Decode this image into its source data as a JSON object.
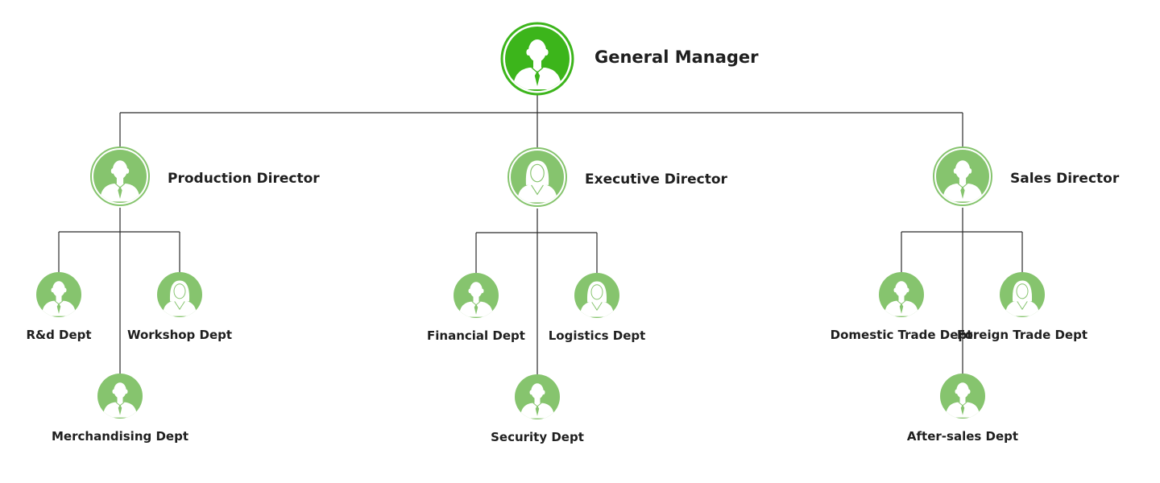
{
  "colors": {
    "root_fill": "#3cb51b",
    "node_fill": "#86c46e",
    "figure": "#ffffff",
    "line": "#2b2b2b",
    "text": "#1f1f1f"
  },
  "root": {
    "label": "General Manager",
    "figure": "male"
  },
  "directors": [
    {
      "label": "Production Director",
      "figure": "male",
      "depts": [
        {
          "label": "R&d Dept",
          "figure": "male"
        },
        {
          "label": "Workshop Dept",
          "figure": "female"
        },
        {
          "label": "Merchandising Dept",
          "figure": "male"
        }
      ]
    },
    {
      "label": "Executive Director",
      "figure": "female",
      "depts": [
        {
          "label": "Financial Dept",
          "figure": "male"
        },
        {
          "label": "Logistics Dept",
          "figure": "female"
        },
        {
          "label": "Security Dept",
          "figure": "male"
        }
      ]
    },
    {
      "label": "Sales Director",
      "figure": "male",
      "depts": [
        {
          "label": "Domestic Trade Dept",
          "figure": "male"
        },
        {
          "label": "Foreign Trade Dept",
          "figure": "female"
        },
        {
          "label": "After-sales Dept",
          "figure": "male"
        }
      ]
    }
  ]
}
